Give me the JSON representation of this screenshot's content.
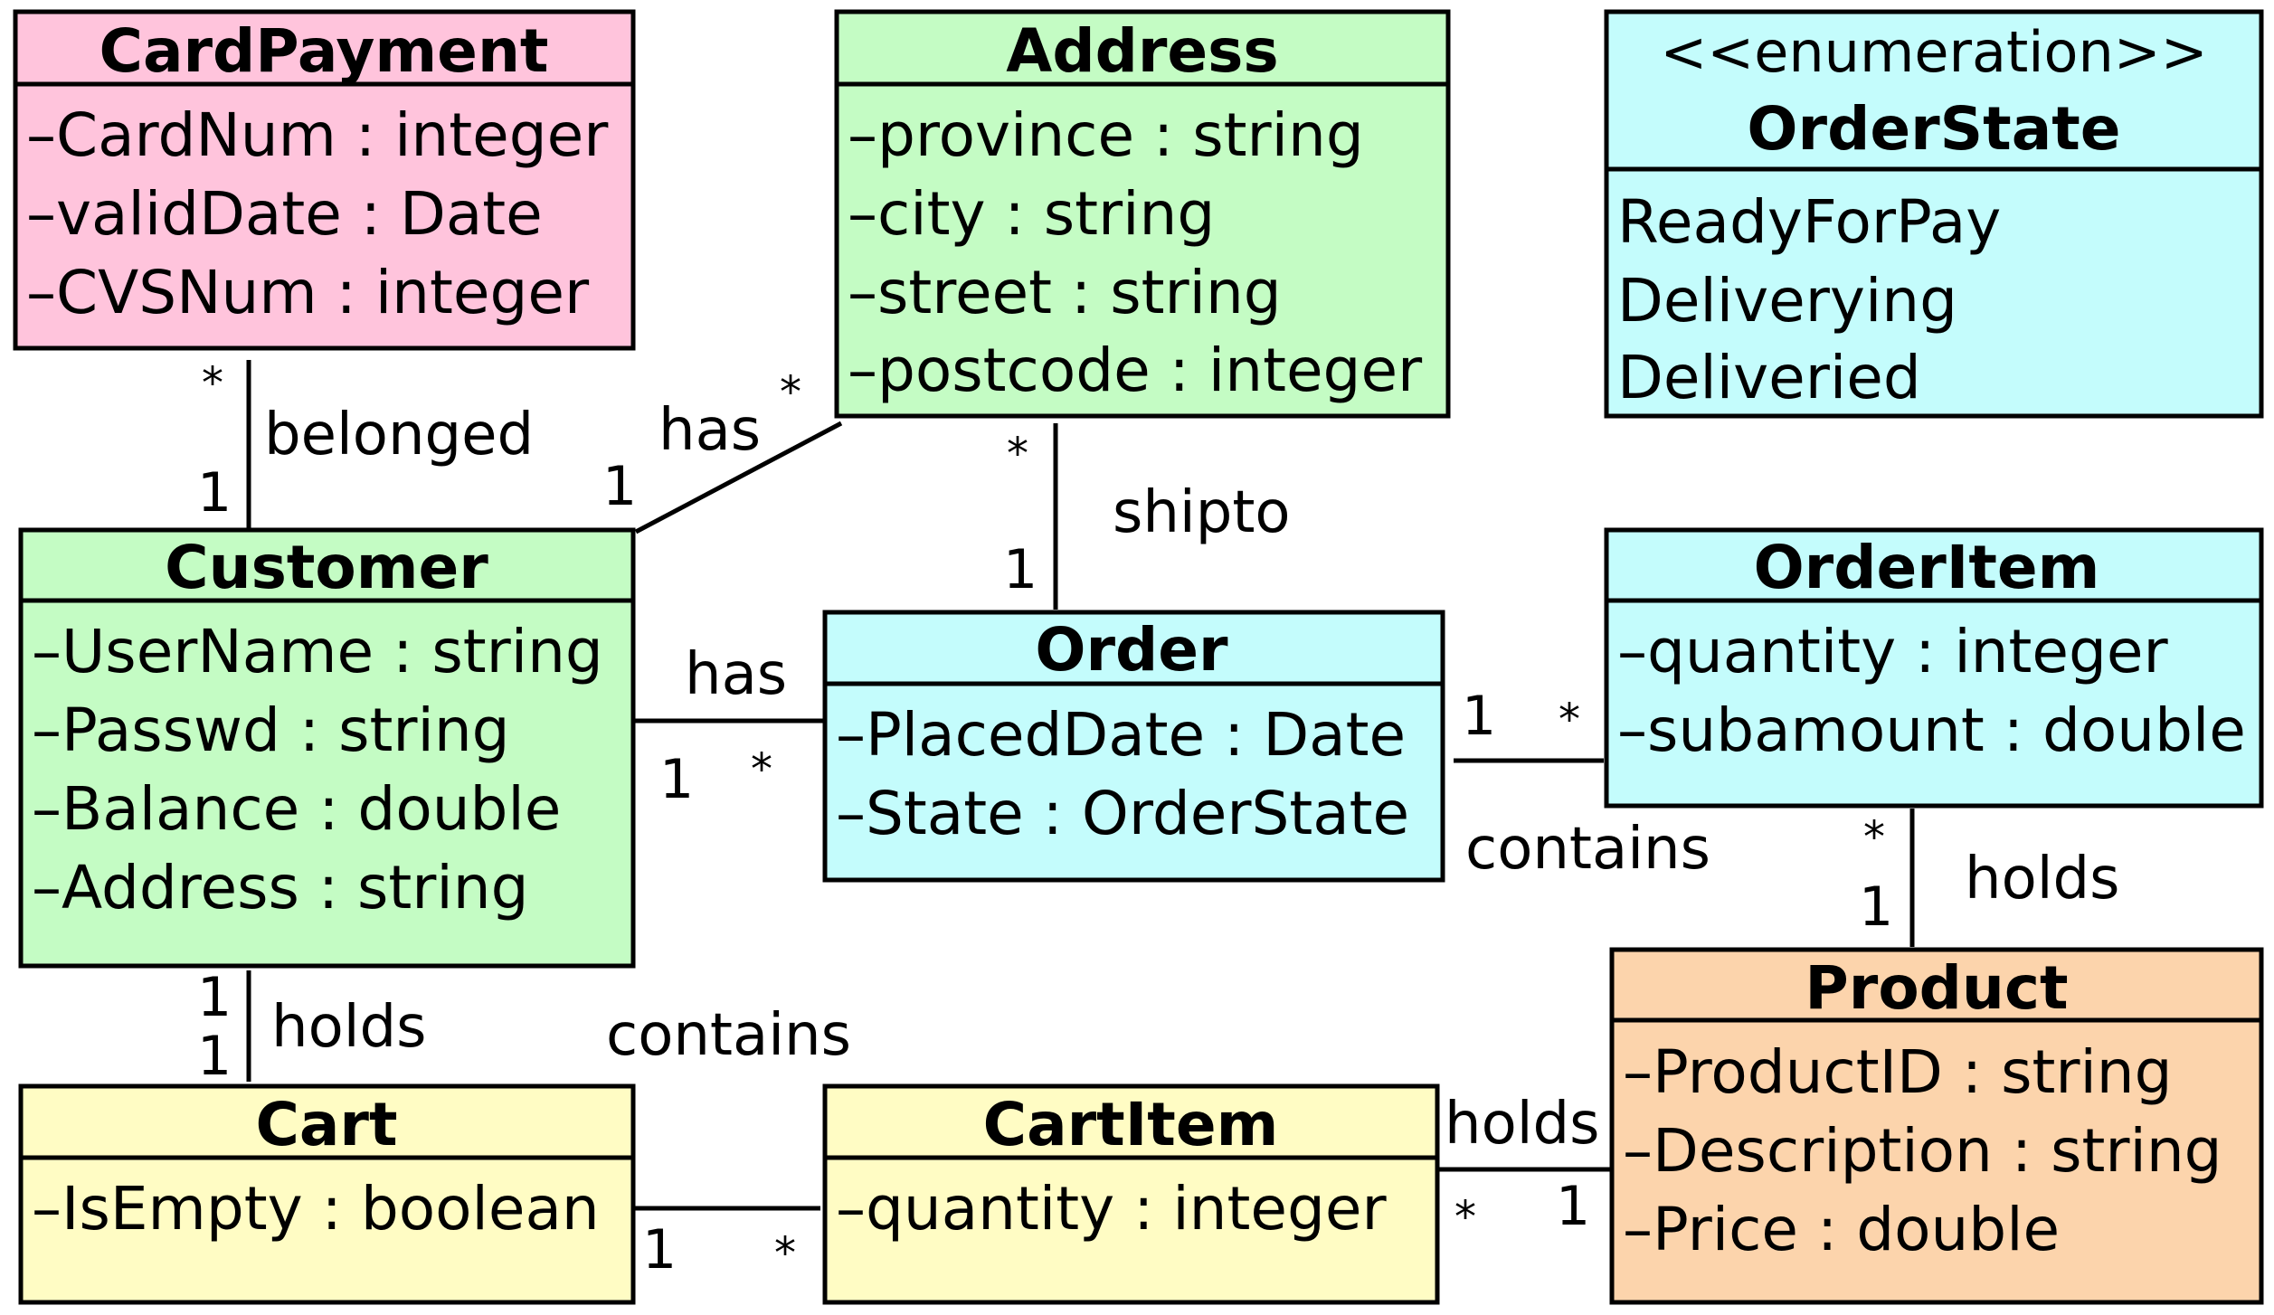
{
  "colors": {
    "pink": "#ffc4dc",
    "green": "#c4fcc4",
    "cyan": "#c4fcfc",
    "yellow": "#fffcc4",
    "orange": "#fcd4ac"
  },
  "classes": {
    "cardpayment": {
      "name": "CardPayment",
      "attrs": [
        "–CardNum : integer",
        "–validDate : Date",
        "–CVSNum : integer"
      ]
    },
    "address": {
      "name": "Address",
      "attrs": [
        "–province : string",
        "–city : string",
        "–street : string",
        "–postcode : integer"
      ]
    },
    "orderstate": {
      "stereotype": "<<enumeration>>",
      "name": "OrderState",
      "literals": [
        "ReadyForPay",
        "Deliverying",
        "Deliveried"
      ]
    },
    "customer": {
      "name": "Customer",
      "attrs": [
        "–UserName : string",
        "–Passwd : string",
        "–Balance : double",
        "–Address : string"
      ]
    },
    "order": {
      "name": "Order",
      "attrs": [
        "–PlacedDate : Date",
        "–State : OrderState"
      ]
    },
    "orderitem": {
      "name": "OrderItem",
      "attrs": [
        "–quantity : integer",
        "–subamount : double"
      ]
    },
    "product": {
      "name": "Product",
      "attrs": [
        "–ProductID : string",
        "–Description : string",
        "–Price : double"
      ]
    },
    "cart": {
      "name": "Cart",
      "attrs": [
        "–IsEmpty : boolean"
      ]
    },
    "cartitem": {
      "name": "CartItem",
      "attrs": [
        "–quantity : integer"
      ]
    }
  },
  "associations": {
    "belonged": {
      "label": "belonged",
      "mult_top": "*",
      "mult_bottom": "1"
    },
    "has_address": {
      "label": "has",
      "mult_customer": "1",
      "mult_address": "*"
    },
    "shipto": {
      "label": "shipto",
      "mult_address": "*",
      "mult_order": "1"
    },
    "has_order": {
      "label": "has",
      "mult_customer": "1",
      "mult_order": "*"
    },
    "contains_orderitem": {
      "label": "contains",
      "mult_order": "1",
      "mult_item": "*"
    },
    "holds_product_oi": {
      "label": "holds",
      "mult_item": "*",
      "mult_product": "1"
    },
    "holds_cart": {
      "label": "holds",
      "mult_customer": "1",
      "mult_cart": "1"
    },
    "contains_cartitem": {
      "label": "contains",
      "mult_cart": "1",
      "mult_item": "*"
    },
    "holds_product_ci": {
      "label": "holds",
      "mult_item": "*",
      "mult_product": "1"
    }
  }
}
